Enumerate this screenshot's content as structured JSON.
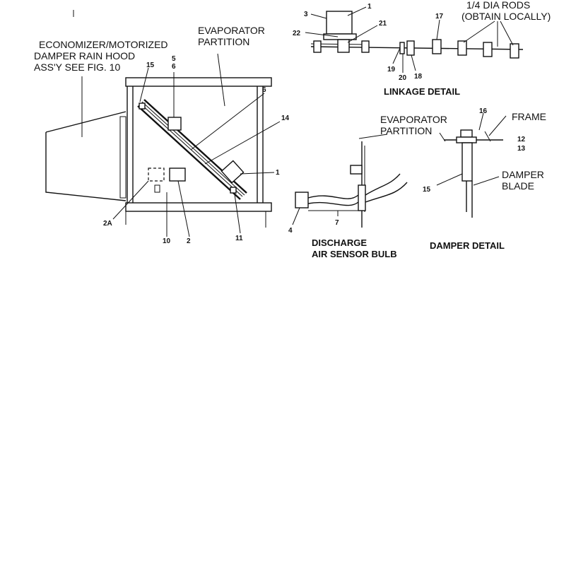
{
  "labels": {
    "economizer_line1": "ECONOMIZER/MOTORIZED",
    "economizer_line2": "DAMPER RAIN HOOD",
    "economizer_line3": "ASS'Y SEE FIG. 10",
    "evap_partition_line1": "EVAPORATOR",
    "evap_partition_line2": "PARTITION",
    "evap_partition2_line1": "EVAPORATOR",
    "evap_partition2_line2": "PARTITION",
    "rods_line1": "1/4 DIA RODS",
    "rods_line2": "(OBTAIN LOCALLY)",
    "linkage_detail": "LINKAGE DETAIL",
    "frame": "FRAME",
    "damper_line1": "DAMPER",
    "damper_line2": "BLADE",
    "discharge_line1": "DISCHARGE",
    "discharge_line2": "AIR SENSOR BULB",
    "damper_detail": "DAMPER DETAIL"
  },
  "callouts": {
    "main_15": "15",
    "main_5": "5",
    "main_6a": "6",
    "main_6b": "6",
    "main_14": "14",
    "main_1": "1",
    "main_2A": "2A",
    "main_10": "10",
    "main_2": "2",
    "main_11": "11",
    "link_3": "3",
    "link_1": "1",
    "link_22": "22",
    "link_21": "21",
    "link_17": "17",
    "link_19": "19",
    "link_20": "20",
    "link_18": "18",
    "sensor_4": "4",
    "sensor_7": "7",
    "damper_16": "16",
    "damper_12": "12",
    "damper_13": "13",
    "damper_15": "15"
  }
}
